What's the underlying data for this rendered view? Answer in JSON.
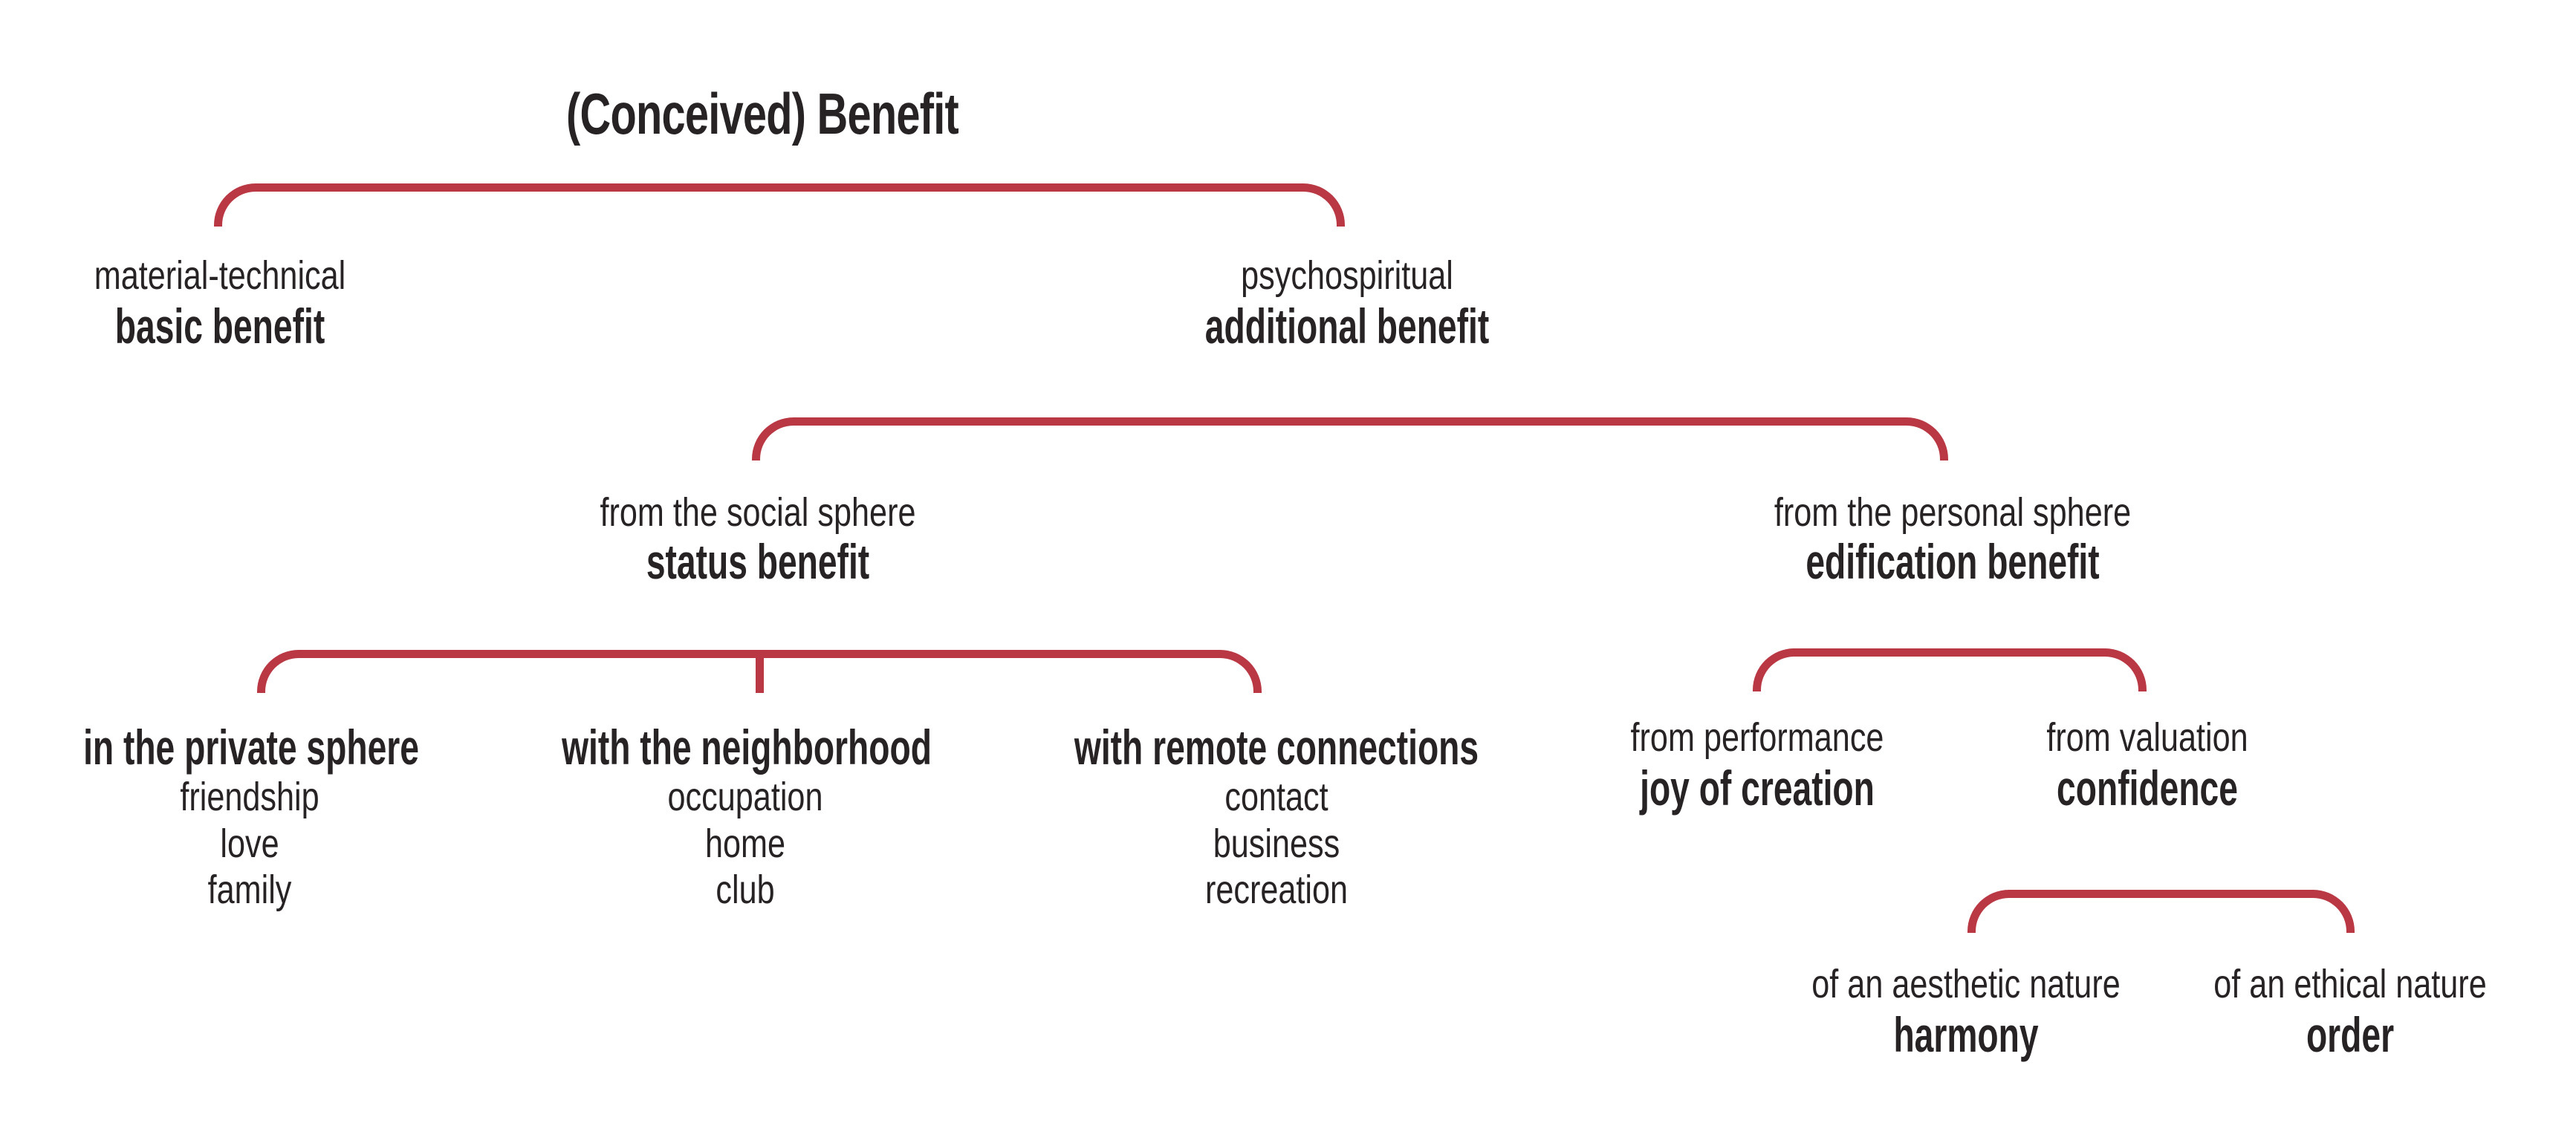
{
  "style": {
    "accent_red": "#b93844",
    "text_color": "#272324",
    "background": "#ffffff"
  },
  "tree": {
    "root": "(Conceived) Benefit",
    "level1": [
      {
        "qualifier": "material-technical",
        "label": "basic benefit"
      },
      {
        "qualifier": "psychospiritual",
        "label": "additional benefit"
      }
    ],
    "level2": [
      {
        "qualifier": "from the social sphere",
        "label": "status benefit"
      },
      {
        "qualifier": "from the personal sphere",
        "label": "edification benefit"
      }
    ],
    "status_children": [
      {
        "label": "in the private sphere",
        "items": [
          "friendship",
          "love",
          "family"
        ]
      },
      {
        "label": "with the neighborhood",
        "items": [
          "occupation",
          "home",
          "club"
        ]
      },
      {
        "label": "with remote connections",
        "items": [
          "contact",
          "business",
          "recreation"
        ]
      }
    ],
    "edification_children": [
      {
        "qualifier": "from performance",
        "label": "joy of creation"
      },
      {
        "qualifier": "from valuation",
        "label": "confidence"
      }
    ],
    "confidence_children": [
      {
        "qualifier": "of an aesthetic nature",
        "label": "harmony"
      },
      {
        "qualifier": "of an ethical nature",
        "label": "order"
      }
    ]
  }
}
